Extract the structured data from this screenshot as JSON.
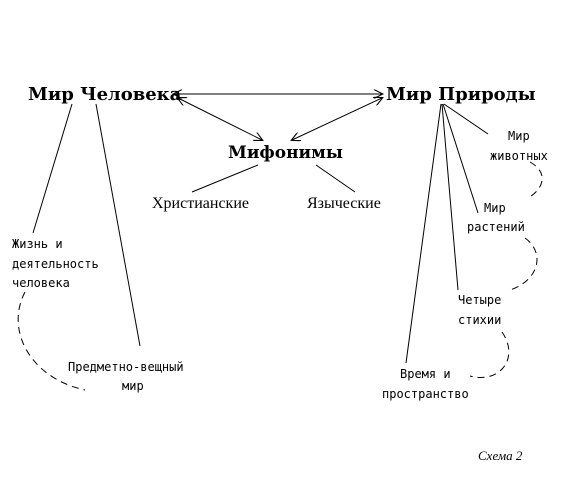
{
  "headings": {
    "human_world": "Мир Человека",
    "nature_world": "Мир Природы",
    "mythonyms": "Мифонимы"
  },
  "branches": {
    "christian": "Христианские",
    "pagan": "Языческие"
  },
  "human_items": {
    "life_line1": "Жизнь и",
    "life_line2": "деятельность",
    "life_line3": "человека",
    "objects_line1": "Предметно-вещный",
    "objects_line2": "мир"
  },
  "nature_items": {
    "animals_line1": "Мир",
    "animals_line2": "животных",
    "plants_line1": "Мир",
    "plants_line2": "растений",
    "elements_line1": "Четыре",
    "elements_line2": "стихии",
    "time_line1": "Время и",
    "time_line2": "пространство"
  },
  "caption": "Схема 2"
}
